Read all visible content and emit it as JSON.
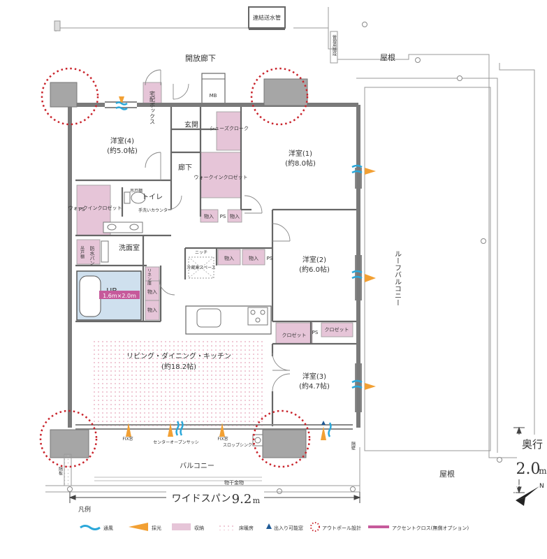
{
  "labels": {
    "water_pipe": "連結送水管",
    "pipe_space": "管理用階段",
    "open_corridor": "開放廊下",
    "roof_top": "屋根",
    "roof_bottom": "屋根",
    "delivery_box": "宅配ボックス",
    "mb": "MB",
    "entrance": "玄関",
    "shoes_closet": "シューズクローク",
    "room4": "洋室(4)",
    "room4_size": "(約5.0帖)",
    "room1": "洋室(1)",
    "room1_size": "(約8.0帖)",
    "hallway": "廊下",
    "wic_main": "ウォークインクロゼット",
    "toilet": "トイレ",
    "toilet_storage": "吊戸棚",
    "hand_wash": "手洗いカウンター",
    "wic_small": "ウォークインクロゼット",
    "ps": "PS",
    "storage": "物入",
    "washroom": "洗面室",
    "waterproof_pan": "防水パン",
    "hanging_shelf": "吊戸棚",
    "niche": "ニッチ",
    "fridge": "冷蔵庫スペース",
    "linen": "リネン庫",
    "room2": "洋室(2)",
    "room2_size": "(約6.0帖)",
    "ub": "UB",
    "ub_size": "1.6m×2.0m",
    "closet": "クロゼット",
    "ldk": "リビング・ダイニング・キッチン",
    "ldk_size": "(約18.2帖)",
    "room3": "洋室(3)",
    "room3_size": "(約4.7帖)",
    "roof_balcony": "ルーフバルコニー",
    "fix_left": "FIX窓",
    "fix_right": "FIX窓",
    "center_sash": "センターオープンサッシ",
    "slop_sink": "スロップシンク",
    "partition_left": "隔板",
    "partition_right": "隔壁",
    "balcony": "バルコニー",
    "dryer": "物干金物",
    "depth_label": "奥行",
    "depth_value": "2.0",
    "depth_unit": "m",
    "span_label": "ワイドスパン",
    "span_value": "9.2",
    "span_unit": "m",
    "compass": "N"
  },
  "legend": {
    "title": "凡例",
    "items": [
      {
        "label": "通風"
      },
      {
        "label": "採光"
      },
      {
        "label": "収納"
      },
      {
        "label": "床暖房"
      },
      {
        "label": "出入り可能窓"
      },
      {
        "label": "アウトポール設計"
      },
      {
        "label": "アクセントクロス(無償オプション)"
      }
    ]
  },
  "colors": {
    "wall": "#7a7a7a",
    "storage": "#e6c5d8",
    "ub_fill": "#cfe0ee",
    "wind": "#2aa7d9",
    "light": "#f2a033",
    "outpole": "#c9232b",
    "accent": "#c65a9b",
    "floor_heat_dot": "#e6a3b8"
  }
}
